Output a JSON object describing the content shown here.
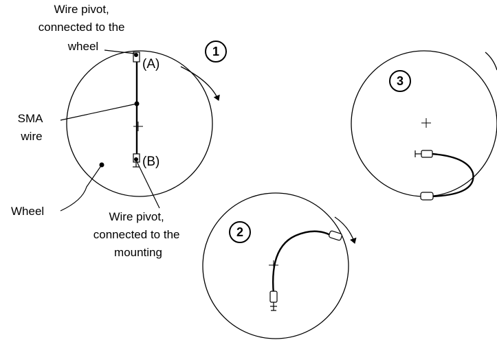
{
  "stage_numbers": {
    "stage1": "1",
    "stage2": "2",
    "stage3": "3"
  },
  "labels": {
    "wire_pivot_wheel": [
      "Wire pivot,",
      "connected to the",
      "wheel"
    ],
    "point_a": "(A)",
    "point_b": "(B)",
    "sma_wire": [
      "SMA",
      "wire"
    ],
    "wheel": "Wheel",
    "wire_pivot_mounting": [
      "Wire pivot,",
      "connected to the",
      "mounting"
    ]
  },
  "colors": {
    "line": "#000000",
    "fill": "#ffffff"
  },
  "icons": {
    "rotation_arrow": "curved-arrow-clockwise",
    "center_mark": "plus-crosshair"
  }
}
